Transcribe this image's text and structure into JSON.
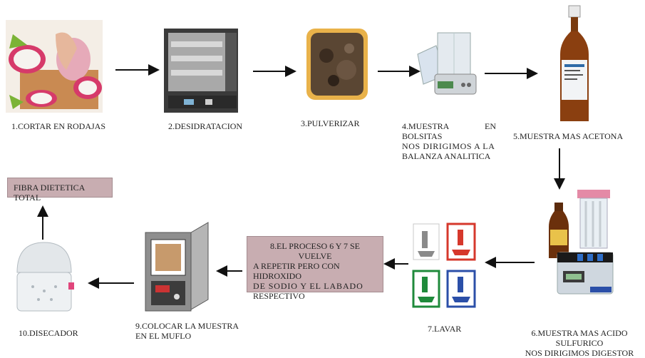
{
  "steps": {
    "s1": "1.CORTAR EN RODAJAS",
    "s2": "2.DESIDRATACION",
    "s3": "3.PULVERIZAR",
    "s4": [
      "4.MUESTRA EN BOLSITAS",
      "NOS DIRIGIMOS A LA",
      "BALANZA ANALITICA"
    ],
    "s5": "5.MUESTRA MAS ACETONA",
    "s6": [
      "6.MUESTRA MAS ACIDO SULFURICO",
      "NOS DIRIGIMOS DIGESTOR"
    ],
    "s7": "7.LAVAR",
    "s8": [
      "8.EL PROCESO 6 Y 7 SE VUELVE",
      "A REPETIR PERO CON HIDROXIDO",
      "DE SODIO Y EL LABADO",
      "RESPECTIVO"
    ],
    "s9": [
      "9.COLOCAR LA MUESTRA",
      "EN EL MUFLO"
    ],
    "s10": "10.DISECADOR",
    "final": "FIBRA DIETETICA TOTAL"
  },
  "colors": {
    "box_fill": "#c8adb1",
    "arrow": "#111111",
    "wash_red": "#d6382c",
    "wash_green": "#1f8a3b",
    "wash_blue": "#2b4fa8"
  }
}
